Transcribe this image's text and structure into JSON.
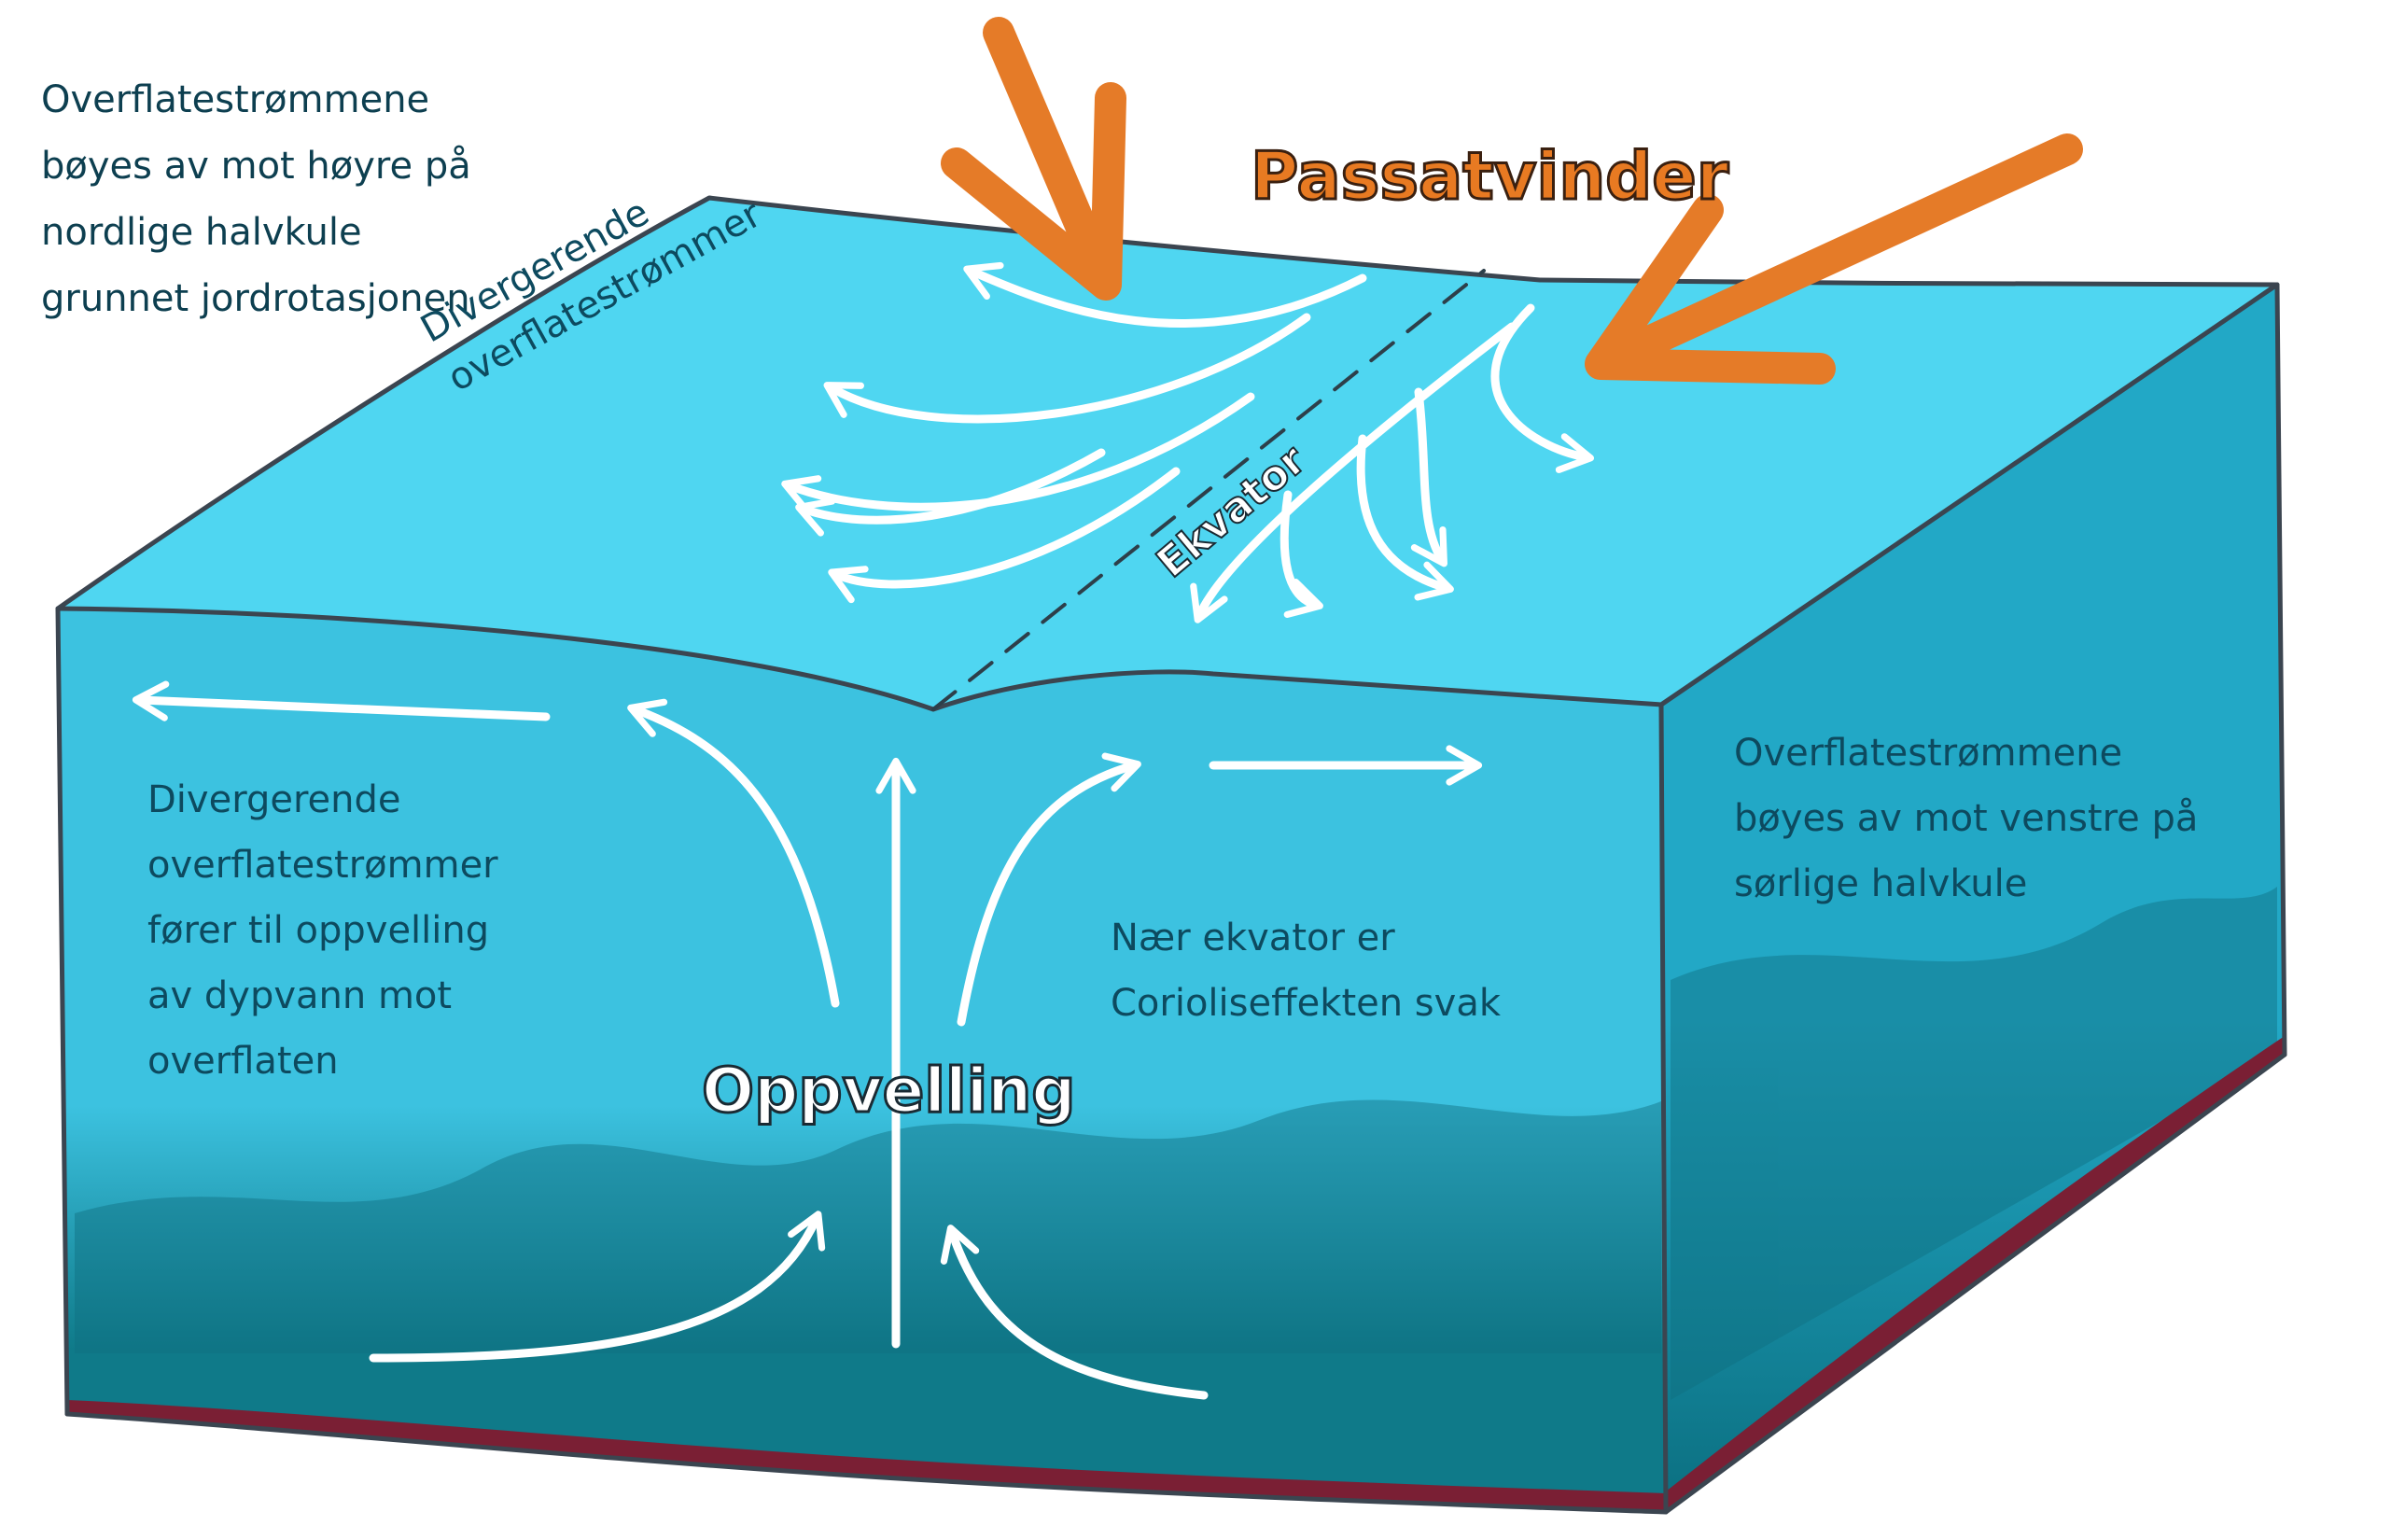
{
  "colors": {
    "top_face": "#4fd6f1",
    "front_face_top": "#3cc2e0",
    "front_face_bottom": "#0f7a89",
    "right_face_top": "#22a8c6",
    "right_face_bottom": "#0b6f80",
    "seabed": "#7a1f34",
    "outline": "#3b4550",
    "current_arrows": "#ffffff",
    "wind_arrows": "#e57b28",
    "wind_label": "#e87a22",
    "text": "#0d4a5f"
  },
  "labels": {
    "trade_winds": "Passatvinder",
    "equator": "Ekvator",
    "upwelling": "Oppvelling",
    "top_divergent": "Divergerende\noverflatestrømmer"
  },
  "notes": {
    "northern": "Overflatestrømmene\nbøyes av mot høyre på\nnordlige halvkule\ngrunnet jordrotasjonen",
    "divergent_front": "Divergerende\noverflatestrømmer\nfører til oppvelling\nav dypvann mot\noverflaten",
    "coriolis_weak": "Nær ekvator er\nCorioliseffekten svak",
    "southern": "Overflatestrømmene\nbøyes av mot venstre på\nsørlige halvkule"
  }
}
